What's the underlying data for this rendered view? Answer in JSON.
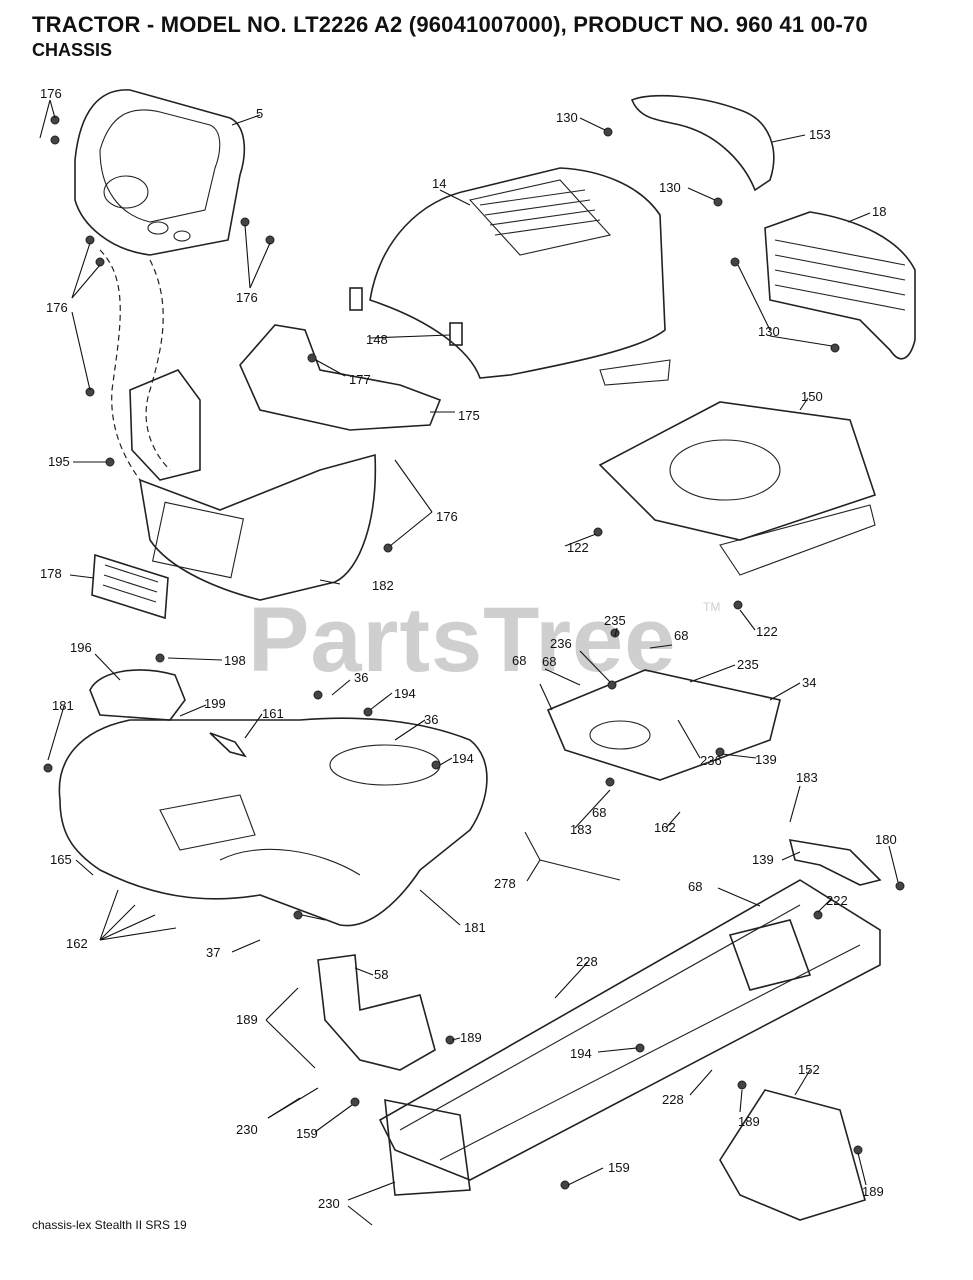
{
  "title": "TRACTOR - MODEL NO. LT2226 A2 (96041007000), PRODUCT NO. 960 41 00-70",
  "subtitle": "CHASSIS",
  "footer": "chassis-lex  Stealth  II  SRS  19",
  "watermark": "PartsTree",
  "watermark_tm": "TM",
  "callouts": [
    "176",
    "5",
    "176",
    "176",
    "130",
    "153",
    "14",
    "130",
    "18",
    "148",
    "130",
    "177",
    "175",
    "150",
    "195",
    "176",
    "122",
    "178",
    "182",
    "122",
    "235",
    "236",
    "68",
    "196",
    "198",
    "68",
    "235",
    "34",
    "36",
    "181",
    "194",
    "199",
    "161",
    "36",
    "194",
    "68",
    "183",
    "68",
    "236",
    "139",
    "183",
    "162",
    "165",
    "278",
    "139",
    "180",
    "68",
    "222",
    "162",
    "37",
    "181",
    "228",
    "58",
    "189",
    "189",
    "194",
    "228",
    "152",
    "230",
    "159",
    "189",
    "159",
    "230",
    "189"
  ]
}
